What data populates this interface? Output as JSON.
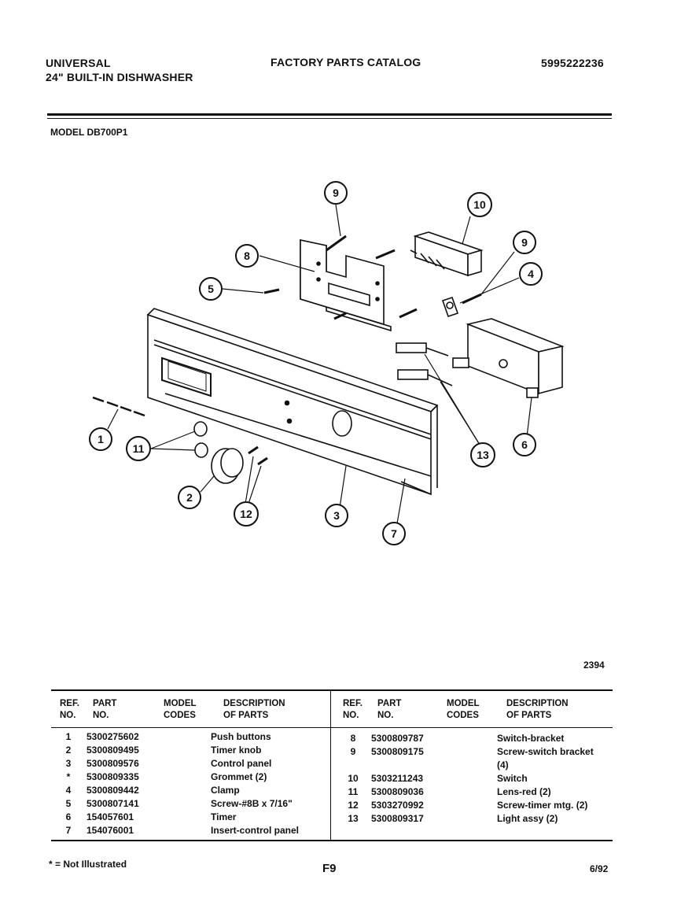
{
  "header": {
    "brand": "UNIVERSAL",
    "product": "24\" BUILT-IN DISHWASHER",
    "title": "FACTORY PARTS CATALOG",
    "catalog_number": "5995222236"
  },
  "model_label": "MODEL DB700P1",
  "figure_number": "2394",
  "callouts": [
    "1",
    "2",
    "3",
    "4",
    "5",
    "6",
    "7",
    "8",
    "9",
    "10",
    "11",
    "12",
    "13"
  ],
  "table": {
    "headers": {
      "ref": [
        "REF.",
        "NO."
      ],
      "part": [
        "PART",
        "NO."
      ],
      "model": [
        "MODEL",
        "CODES"
      ],
      "desc": [
        "DESCRIPTION",
        "OF PARTS"
      ]
    },
    "left_rows": [
      {
        "ref": "1",
        "part": "5300275602",
        "desc": "Push buttons"
      },
      {
        "ref": "2",
        "part": "5300809495",
        "desc": "Timer knob"
      },
      {
        "ref": "3",
        "part": "5300809576",
        "desc": "Control panel"
      },
      {
        "ref": "*",
        "part": "5300809335",
        "desc": "Grommet (2)"
      },
      {
        "ref": "4",
        "part": "5300809442",
        "desc": "Clamp"
      },
      {
        "ref": "5",
        "part": "5300807141",
        "desc": "Screw-#8B x 7/16\""
      },
      {
        "ref": "6",
        "part": "154057601",
        "desc": "Timer"
      },
      {
        "ref": "7",
        "part": "154076001",
        "desc": "Insert-control panel"
      }
    ],
    "right_rows": [
      {
        "ref": "8",
        "part": "5300809787",
        "desc": "Switch-bracket"
      },
      {
        "ref": "9",
        "part": "5300809175",
        "desc": "Screw-switch bracket"
      },
      {
        "ref": "",
        "part": "",
        "desc": "(4)"
      },
      {
        "ref": "10",
        "part": "5303211243",
        "desc": "Switch"
      },
      {
        "ref": "11",
        "part": "5300809036",
        "desc": "Lens-red (2)"
      },
      {
        "ref": "12",
        "part": "5303270992",
        "desc": "Screw-timer mtg. (2)"
      },
      {
        "ref": "13",
        "part": "5300809317",
        "desc": "Light assy (2)"
      }
    ]
  },
  "footer": {
    "note": "* = Not Illustrated",
    "page": "F9",
    "date": "6/92"
  }
}
